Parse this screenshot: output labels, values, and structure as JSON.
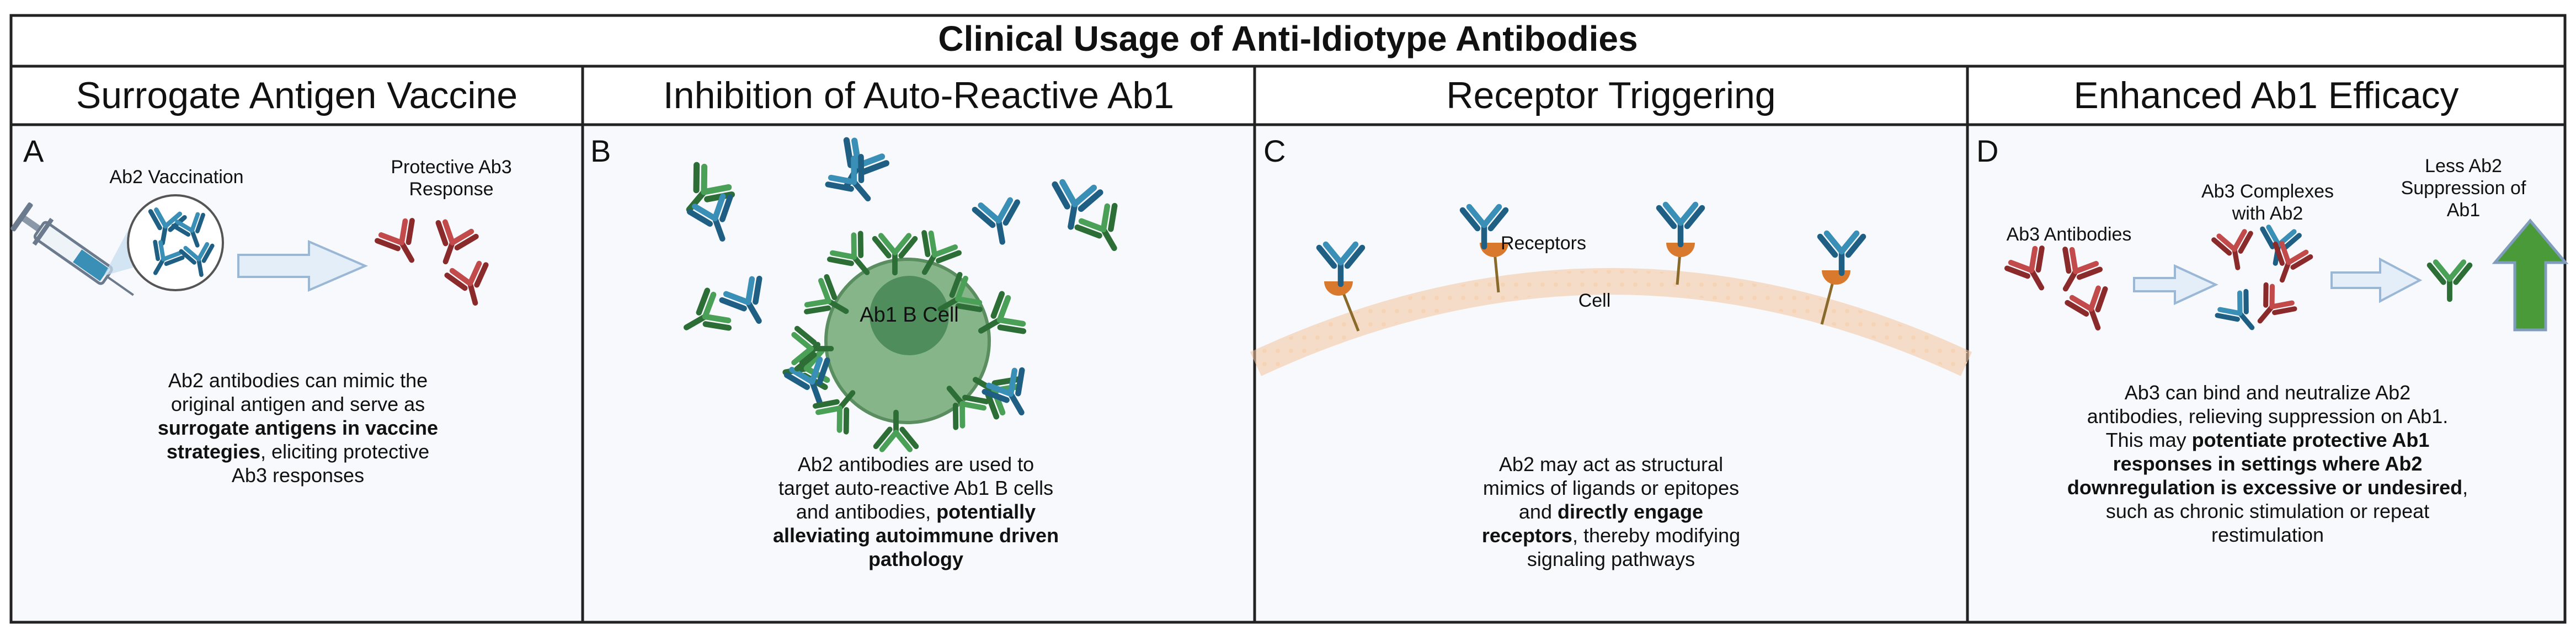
{
  "title": "Clinical Usage of Anti-Idiotype Antibodies",
  "colors": {
    "frame": "#222222",
    "panel_bg": "#f7f9fc",
    "ab_blue": "#3a8fb7",
    "ab_blue_dark": "#1f5f83",
    "ab_green": "#4aa056",
    "ab_green_dark": "#2c6e35",
    "ab_red": "#c24a4a",
    "ab_red_dark": "#8a2a2a",
    "cell_green": "#86b58a",
    "cell_inner": "#4f8e5c",
    "receptor_orange": "#d9792e",
    "membrane": "#f4c59f",
    "arrow_fill": "#e4eef8",
    "arrow_stroke": "#9bb7d6",
    "big_arrow_green": "#4a9a3a"
  },
  "panels": [
    {
      "header": "Surrogate Antigen Vaccine",
      "letter": "A",
      "labels": [
        "Ab2 Vaccination",
        "Protective Ab3",
        "Response"
      ],
      "icons": [
        "syringe-icon",
        "magnifier-circle-icon",
        "arrow-right-icon"
      ],
      "desc": [
        {
          "text": "Ab2 antibodies can mimic the",
          "bold": false
        },
        {
          "text": "original antigen and serve as",
          "bold": false
        },
        {
          "text": "surrogate antigens in vaccine",
          "bold": true
        },
        {
          "pre": "strategies",
          "post": ", eliciting protective"
        },
        {
          "text": "Ab3 responses",
          "bold": false
        }
      ]
    },
    {
      "header": "Inhibition of Auto-Reactive Ab1",
      "letter": "B",
      "labels": [
        "Ab1 B Cell"
      ],
      "icons": [
        "b-cell-icon"
      ],
      "desc": [
        {
          "text": "Ab2 antibodies are used to",
          "bold": false
        },
        {
          "text": "target auto-reactive Ab1 B cells",
          "bold": false
        },
        {
          "pre": "and antibodies, ",
          "post": "potentially"
        },
        {
          "text": "alleviating autoimmune driven",
          "bold": true
        },
        {
          "text": "pathology",
          "bold": true
        }
      ]
    },
    {
      "header": "Receptor Triggering",
      "letter": "C",
      "labels": [
        "Receptors",
        "Cell"
      ],
      "icons": [
        "cell-membrane-icon",
        "receptor-icon"
      ],
      "desc": [
        {
          "text": "Ab2 may act as structural",
          "bold": false
        },
        {
          "text": "mimics of ligands or epitopes",
          "bold": false
        },
        {
          "pre": "and ",
          "post": "directly engage"
        },
        {
          "pre": "receptors",
          "post": ", thereby modifying"
        },
        {
          "text": "signaling pathways",
          "bold": false
        }
      ]
    },
    {
      "header": "Enhanced Ab1 Efficacy",
      "letter": "D",
      "labels": [
        "Ab3 Antibodies",
        "Ab3 Complexes",
        "with Ab2",
        "Less Ab2",
        "Suppression of",
        "Ab1"
      ],
      "icons": [
        "arrow-right-icon",
        "arrow-right-icon",
        "arrow-up-icon"
      ],
      "desc": [
        {
          "text": "Ab3 can bind and neutralize Ab2",
          "bold": false
        },
        {
          "text": "antibodies, relieving suppression on Ab1.",
          "bold": false
        },
        {
          "pre": "This may ",
          "post": "potentiate protective Ab1"
        },
        {
          "text": "responses in settings where Ab2",
          "bold": true
        },
        {
          "pre": "downregulation is excessive or undesired",
          "post": ","
        },
        {
          "text": "such as chronic stimulation or repeat",
          "bold": false
        },
        {
          "text": "restimulation",
          "bold": false
        }
      ]
    }
  ]
}
